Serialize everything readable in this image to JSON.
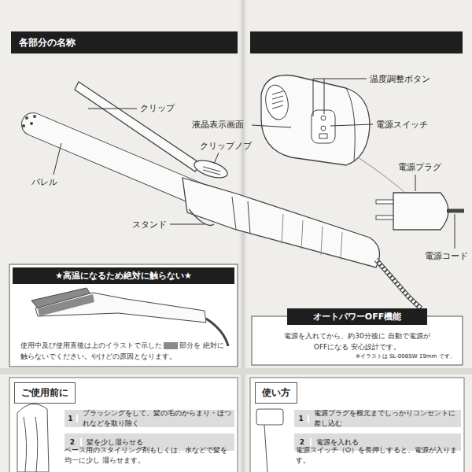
{
  "diagram": {
    "title": "各部分の名称",
    "nodes": [
      {
        "text": [
          "★高温になるため絶対に触らない★",
          "使用中及び使用直後は上のイラストで示した",
          "部分を 絶対に触らないでください。やけどの原因となります。"
        ]
      },
      {
        "text": [
          "オートパワーOFF機能",
          "電源を入れてから、約30分後に 自動で電源がOFFになる 安心設計です。"
        ]
      },
      {
        "text": [
          "ご使用前に"
        ]
      },
      {
        "text": [
          "1",
          "ブラッシングをして、髪の毛のからまり・ほつれなどを取り除く"
        ],
        "in": 2
      },
      {
        "text": [
          "2",
          "髪を少し湿らせる"
        ],
        "in": 2
      },
      {
        "text": [
          "使い方"
        ]
      },
      {
        "text": [
          "1",
          "電源プラグを根元までしっかりコンセントに差し込む"
        ],
        "in": 5
      },
      {
        "text": [
          "2",
          "電源を入れる"
        ],
        "in": 5
      }
    ],
    "edges": [],
    "labels": [
      "クリップ",
      "バレル",
      "クリップノブ",
      "スタンド",
      "液晶表示画面",
      "温度調整ボタン",
      "電源スイッチ",
      "電源プラグ",
      "電源コード",
      "※イラストは SL-008SW 19mm です。",
      "ベース用のスタイリング剤もしくは、水などで髪を均一に少し 湿らせます。",
      "電源スイッチ（⏻）を長押しすると、電源が入ります。"
    ]
  }
}
